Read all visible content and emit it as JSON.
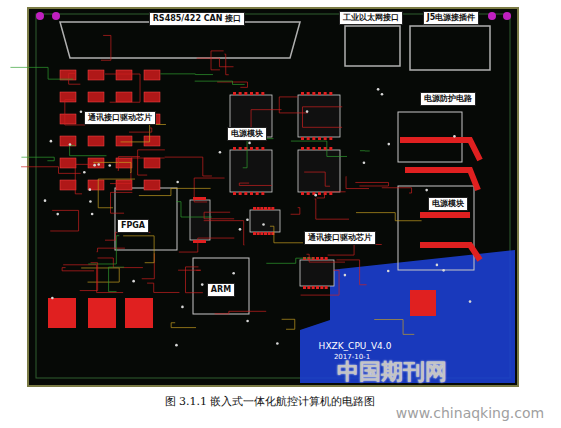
{
  "diagram": {
    "caption": "图 3.1.1 嵌入式一体化航控计算机的电路图",
    "nodes": [
      {
        "text": [
          "RS485/422 CAN 接口"
        ]
      },
      {
        "text": [
          "工业以太网接口"
        ]
      },
      {
        "text": [
          "J5电源接插件"
        ]
      },
      {
        "text": [
          "电源防护电路"
        ]
      },
      {
        "text": [
          "通讯接口驱动芯片"
        ]
      },
      {
        "text": [
          "电源模块"
        ]
      },
      {
        "text": [
          "电源模块"
        ]
      },
      {
        "text": [
          "FPGA"
        ]
      },
      {
        "text": [
          "通讯接口驱动芯片"
        ]
      },
      {
        "text": [
          "ARM"
        ]
      }
    ],
    "labels": [
      "HXZK_CPU_V4.0",
      "2017-10-1",
      "中国期刊网",
      "www.chinaqking.com"
    ]
  }
}
